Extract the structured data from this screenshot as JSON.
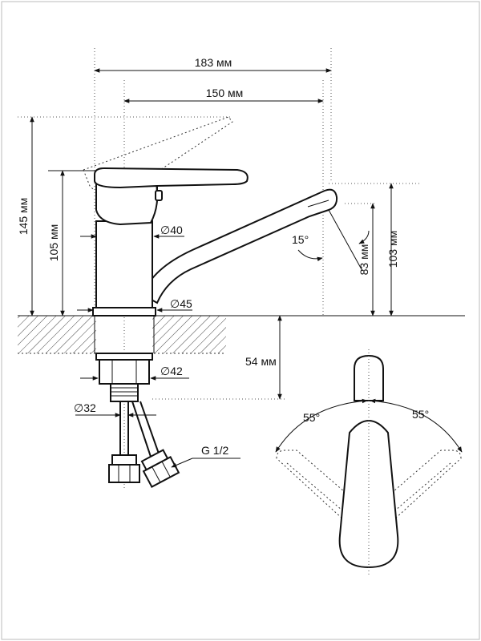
{
  "dimensions": {
    "overall_length": "183 мм",
    "spout_reach": "150 мм",
    "total_height": "145 мм",
    "body_height": "105 мм",
    "spout_outlet_height": "83 мм",
    "spout_tip_height": "103 мм",
    "below_counter": "54 мм",
    "body_diameter": "∅40",
    "base_diameter": "∅45",
    "nut_diameter": "∅42",
    "shank_diameter": "∅32",
    "hose_thread": "G 1/2",
    "spout_tilt": "15°",
    "handle_left_angle": "55°",
    "handle_right_angle": "55°"
  }
}
